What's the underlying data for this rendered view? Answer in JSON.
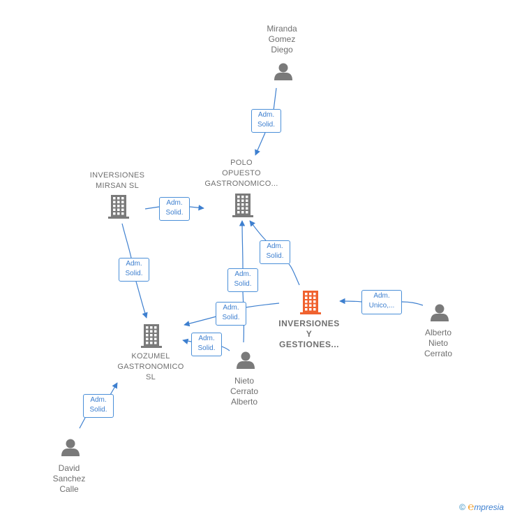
{
  "colors": {
    "edge": "#3d7fcf",
    "node_gray": "#7a7a7a",
    "node_main": "#f0622f"
  },
  "nodes": {
    "miranda": {
      "label": "Miranda\nGomez\nDiego",
      "icon": "person-icon"
    },
    "polo": {
      "label": "POLO\nOPUESTO\nGASTRONOMICO...",
      "icon": "building-icon"
    },
    "mirsan": {
      "label": "INVERSIONES\nMIRSAN  SL",
      "icon": "building-icon"
    },
    "kozumel": {
      "label": "KOZUMEL\nGASTRONOMICO\nSL",
      "icon": "building-icon"
    },
    "inversiones": {
      "label": "INVERSIONES\nY\nGESTIONES...",
      "icon": "building-icon"
    },
    "alberto_nc": {
      "label": "Alberto\nNieto\nCerrato",
      "icon": "person-icon"
    },
    "nieto_ca": {
      "label": "Nieto\nCerrato\nAlberto",
      "icon": "person-icon"
    },
    "david": {
      "label": "David\nSanchez\nCalle",
      "icon": "person-icon"
    }
  },
  "edges": [
    {
      "id": "e1",
      "from": "miranda",
      "to": "polo",
      "label": "Adm.\nSolid."
    },
    {
      "id": "e2",
      "from": "mirsan",
      "to": "polo",
      "label": "Adm.\nSolid."
    },
    {
      "id": "e3",
      "from": "mirsan",
      "to": "kozumel",
      "label": "Adm.\nSolid."
    },
    {
      "id": "e4",
      "from": "inversiones",
      "to": "polo",
      "label": "Adm.\nSolid."
    },
    {
      "id": "e5",
      "from": "nieto_ca",
      "to": "polo",
      "label": "Adm.\nSolid."
    },
    {
      "id": "e6",
      "from": "inversiones",
      "to": "kozumel",
      "label": "Adm.\nSolid."
    },
    {
      "id": "e7",
      "from": "nieto_ca",
      "to": "kozumel",
      "label": "Adm.\nSolid."
    },
    {
      "id": "e8",
      "from": "alberto_nc",
      "to": "inversiones",
      "label": "Adm.\nUnico,..."
    },
    {
      "id": "e9",
      "from": "david",
      "to": "kozumel",
      "label": "Adm.\nSolid."
    }
  ],
  "footer": {
    "copyright": "©",
    "brand_first": "℮",
    "brand_rest": "mpresia"
  }
}
